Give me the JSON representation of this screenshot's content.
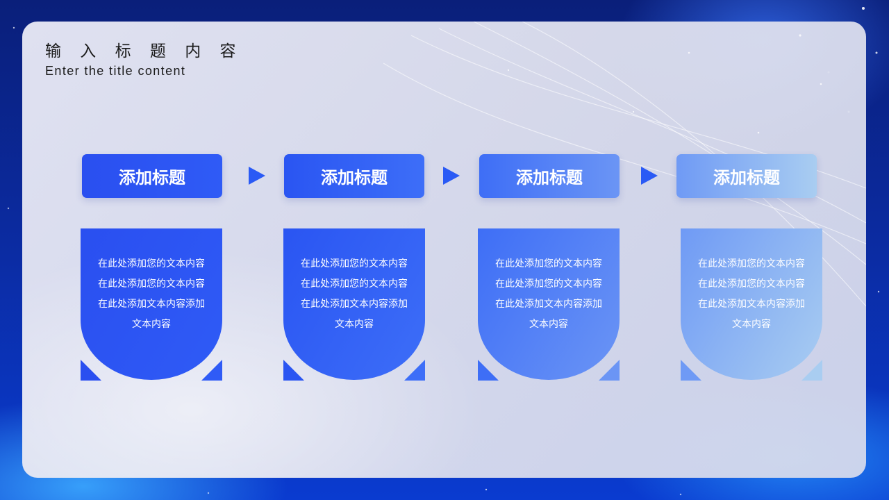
{
  "slide": {
    "title": "输 入 标 题 内 容",
    "subtitle": "Enter the title content"
  },
  "steps": [
    {
      "title": "添加标题",
      "body": "在此处添加您的文本内容在此处添加您的文本内容在此处添加文本内容添加文本内容",
      "color_start": "#2a4ff0",
      "color_end": "#2f5bf6"
    },
    {
      "title": "添加标题",
      "body": "在此处添加您的文本内容在此处添加您的文本内容在此处添加文本内容添加文本内容",
      "color_start": "#2a55f2",
      "color_end": "#3d6ef8"
    },
    {
      "title": "添加标题",
      "body": "在此处添加您的文本内容在此处添加您的文本内容在此处添加文本内容添加文本内容",
      "color_start": "#3e6ef6",
      "color_end": "#6b95f5"
    },
    {
      "title": "添加标题",
      "body": "在此处添加您的文本内容在此处添加您的文本内容在此处添加文本内容添加文本内容",
      "color_start": "#6f9af5",
      "color_end": "#a9cdf1"
    }
  ],
  "arrow_color": "#2a5af5"
}
